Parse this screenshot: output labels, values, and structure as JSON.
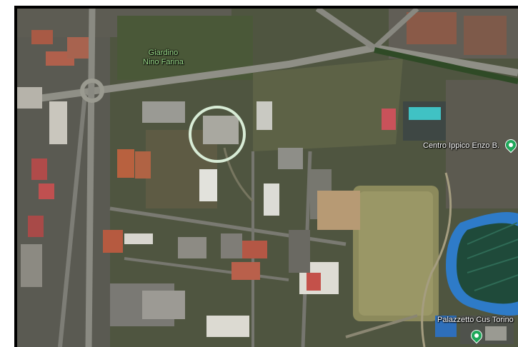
{
  "map": {
    "view": "satellite",
    "labels": {
      "garden_line1": "Giardino",
      "garden_line2": "Nino Farina",
      "equestrian_center": "Centro Ippico Enzo B.",
      "sports_hall": "Palazzetto Cus Torino"
    },
    "icons": [
      "place-pin-icon",
      "place-pin-icon"
    ],
    "marker": "highlight-circle",
    "colors": {
      "highlight_ring": "#d8ecd6",
      "poi_label_green": "#9fe08e",
      "poi_pin": "#1fa85a",
      "track": "#2e7bc8"
    }
  }
}
